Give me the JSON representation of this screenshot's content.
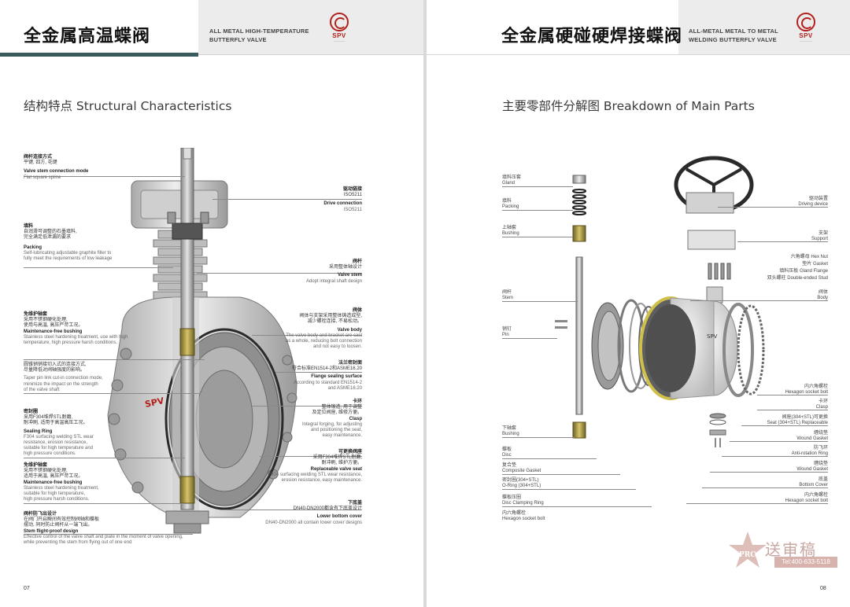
{
  "left_page": {
    "title_cn": "全金属高温蝶阀",
    "title_en_line1": "ALL METAL HIGH-TEMPERATURE",
    "title_en_line2": "BUTTERFLY VALVE",
    "logo_text": "SPV",
    "section_title": "结构特点 Structural Characteristics",
    "page_number": "07",
    "callouts_left": [
      {
        "cn": "阀杆连接方式",
        "cn2": "平键, 四方, 花键",
        "en": "Valve stem connection mode",
        "en2": "Flat  square  spline"
      },
      {
        "cn": "填料",
        "cn2": "自润滑可调整的石墨填料,",
        "cn3": "完全满足低泄漏的要求",
        "en": "Packing",
        "en2": "Self-lubricating adjustable graphite filler to",
        "en3": "fully meet the requirements of low leakage"
      },
      {
        "cn": "免维护轴套",
        "cn2": "采用不锈钢硬化处理,",
        "cn3": "使用与高温, 高压严苛工况。",
        "en": "Maintenance-free bushing",
        "en2": "Stainless steel hardening treatment, use with high",
        "en3": "temperature, high pressure harsh conditions."
      },
      {
        "cn": "圆锥销销接切入式的连接方式,",
        "cn2": "尽量降低对阀轴强度的影响。",
        "en": "Taper pin link cut-in connection mode,",
        "en2": "minimize the impact on the strength",
        "en3": "of the valve shaft"
      },
      {
        "cn": "密封圈",
        "cn2": "采用F304堆焊STL耐磨,",
        "cn3": "耐冲刷, 适用于高温高压工况。",
        "en": "Sealing Ring",
        "en2": "F304 surfacing welding STL wear",
        "en3": "resistance, erosion resistance,",
        "en4": "suitable for high temperature and",
        "en5": "high pressure conditions."
      },
      {
        "cn": "免维护轴套",
        "cn2": "采用不锈钢硬化处理,",
        "cn3": "适用于高温, 高压严苛工况。",
        "en": "Maintenance-free bushing",
        "en2": "Stainless steel hardening treatment,",
        "en3": "suitable for high temperature,",
        "en4": "high pressure harsh conditions."
      },
      {
        "cn": "阀杆防飞出设计",
        "cn2": "在阀门开启瞬间有效控制阀轴和蝶板",
        "cn3": "摆动, 同时防止阀杆从一端飞出。",
        "en": "Stem flight-proof design",
        "en2": "Effective control of the valve shaft and plate in the moment of valve opening,",
        "en3": "while preventing the stem from flying out of one end"
      }
    ],
    "callouts_right": [
      {
        "cn": "驱动链接",
        "cn2": "ISO5211",
        "en": "Drive connection",
        "en2": "ISO5211"
      },
      {
        "cn": "阀杆",
        "cn2": "采用整体轴设计",
        "en": "Valve stem",
        "en2": "Adopt integral shaft design"
      },
      {
        "cn": "阀体",
        "cn2": "阀体与支架采用整体铸造成型,",
        "cn3": "减少螺栓连接, 不易松动。",
        "en": "Valve body",
        "en2": "The valve body and bracket are cast",
        "en3": "as a whole, reducing bolt connection",
        "en4": "and not easy to loosen."
      },
      {
        "cn": "法兰密封面",
        "cn2": "符合标准EN1514-2和ASME16.20",
        "en": "Flange sealing surface",
        "en2": "According to standard EN1514-2",
        "en3": "and ASME16.20"
      },
      {
        "cn": "卡环",
        "cn2": "整体锻造, 用于调整",
        "cn3": "及定位阀座, 维修方便。",
        "en": "Clasp",
        "en2": "Integral forging, for adjusting",
        "en3": "and positioning the seat,",
        "en4": "easy maintenance."
      },
      {
        "cn": "可更换阀座",
        "cn2": "采用F304堆焊STL耐磨,",
        "cn3": "耐冲刷, 维护方便。",
        "en": "Replaceable valve seat",
        "en2": "F304 surfacing welding STL wear resistance,",
        "en3": "erosion resistance, easy maintenance."
      },
      {
        "cn": "下底盖",
        "cn2": "DN40-DN2000都含有下底盖设计",
        "en": "Lower bottom cover",
        "en2": "DN40-DN2000 all contain lower cover designs"
      }
    ]
  },
  "right_page": {
    "title_cn": "全金属硬碰硬焊接蝶阀",
    "title_en_line1": "ALL-METAL METAL TO METAL",
    "title_en_line2": "WELDING BUTTERFLY VALVE",
    "logo_text": "SPV",
    "section_title": "主要零部件分解图 Breakdown of Main Parts",
    "page_number": "08",
    "body_marking": "SPV",
    "parts_left": [
      {
        "cn": "填料压套",
        "en": "Gland"
      },
      {
        "cn": "填料",
        "en": "Packing"
      },
      {
        "cn": "上轴套",
        "en": "Bushing"
      },
      {
        "cn": "阀杆",
        "en": "Stem"
      },
      {
        "cn": "销钉",
        "en": "Pin"
      },
      {
        "cn": "下轴套",
        "en": "Bushing"
      },
      {
        "cn": "蝶板",
        "en": "Disc"
      },
      {
        "cn": "复合垫",
        "en": "Composite Gasket"
      },
      {
        "cn": "密封圈(304+STL)",
        "en": "O-Ring (304+STL)"
      },
      {
        "cn": "蝶板压圈",
        "en": "Disc Clamping Ring"
      },
      {
        "cn": "内六角螺栓",
        "en": "Hexagon socket bolt"
      }
    ],
    "parts_right": [
      {
        "cn": "驱动装置",
        "en": "Driving device"
      },
      {
        "cn": "支架",
        "en": "Support"
      },
      {
        "cn": "六角螺母",
        "en": "Hex Nut"
      },
      {
        "cn": "垫片",
        "en": "Gasket"
      },
      {
        "cn": "填料压板",
        "en": "Gland Flange"
      },
      {
        "cn": "双头螺柱",
        "en": "Double-ended Stud"
      },
      {
        "cn": "阀体",
        "en": "Body"
      },
      {
        "cn": "内六角螺栓",
        "en": "Hexagon socket bolt"
      },
      {
        "cn": "卡环",
        "en": "Clasp"
      },
      {
        "cn": "阀座(304+STL)可更换",
        "en": "Seat (304+STL) Replaceable"
      },
      {
        "cn": "缠绕垫",
        "en": "Wound Gasket"
      },
      {
        "cn": "防飞环",
        "en": "Anti-rotation Ring"
      },
      {
        "cn": "缠绕垫",
        "en": "Wound Gasket"
      },
      {
        "cn": "底盖",
        "en": "Bottom Cover"
      },
      {
        "cn": "内六角螺栓",
        "en": "Hexagon socket bolt"
      }
    ]
  },
  "watermark": {
    "text": "送审稿",
    "phone": "Tel:400-633-5118",
    "seal": "PRC"
  },
  "colors": {
    "header_green": "#3a5b5b",
    "logo_red": "#b3201c",
    "brass": "#b9a437"
  }
}
